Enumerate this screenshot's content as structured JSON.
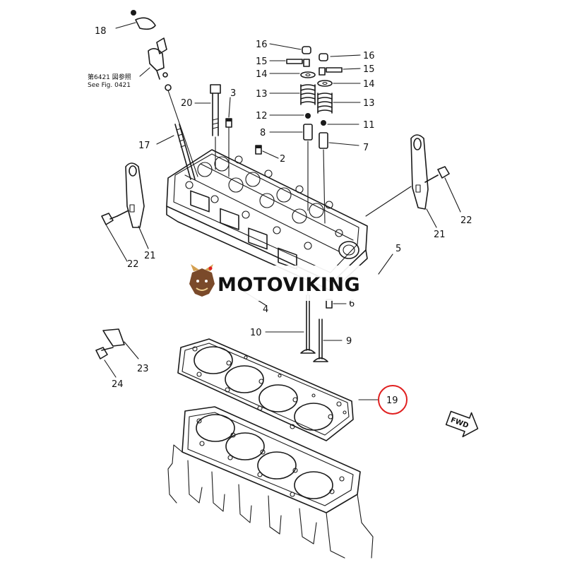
{
  "labels": [
    "18",
    "16",
    "15",
    "14",
    "13",
    "12",
    "8",
    "16",
    "15",
    "14",
    "13",
    "11",
    "7",
    "20",
    "3",
    "17",
    "2",
    "22",
    "21",
    "21",
    "22",
    "5",
    "6",
    "10",
    "9",
    "4",
    "23",
    "24",
    "19"
  ],
  "note": {
    "line1": "第6421 図参照",
    "line2": "See Fig. 0421"
  },
  "watermark": {
    "text": "MOTOVIKING"
  },
  "fwd": {
    "text": "FWD"
  },
  "highlight": {
    "label": "19",
    "color": "#e02020"
  }
}
